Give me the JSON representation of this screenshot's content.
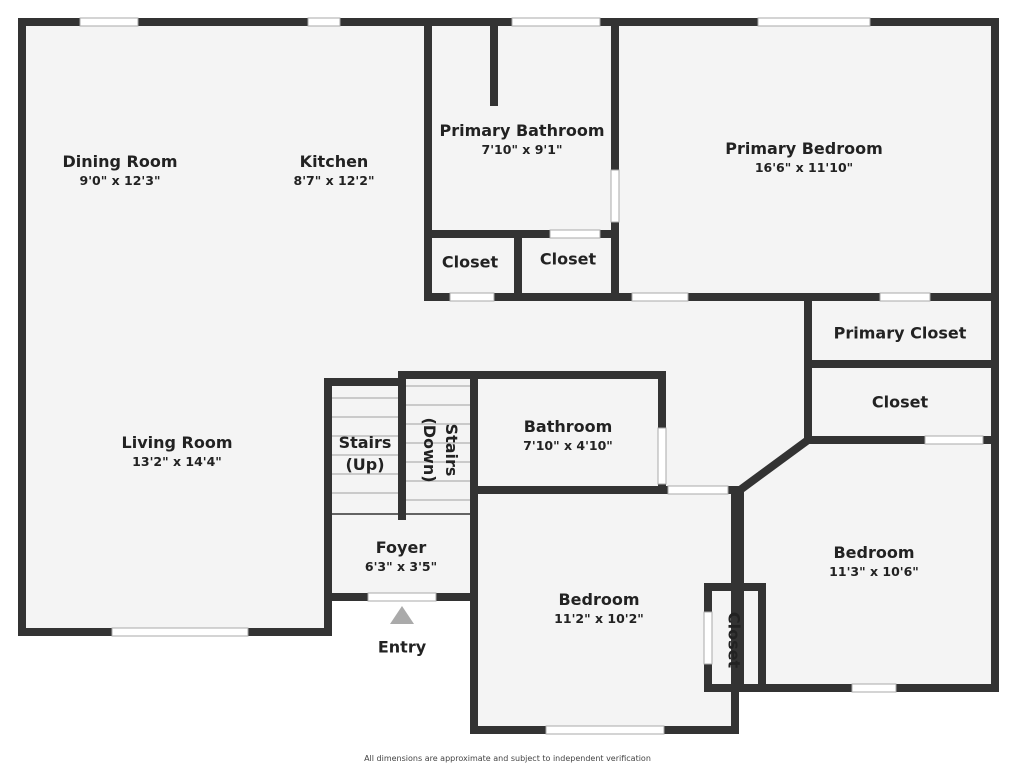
{
  "rooms": [
    {
      "name": "Dining Room",
      "dim": "9'0\" x 12'3\""
    },
    {
      "name": "Kitchen",
      "dim": "8'7\" x 12'2\""
    },
    {
      "name": "Primary Bathroom",
      "dim": "7'10\" x 9'1\""
    },
    {
      "name": "Primary Bedroom",
      "dim": "16'6\" x 11'10\""
    },
    {
      "name": "Closet"
    },
    {
      "name": "Closet"
    },
    {
      "name": "Primary Closet"
    },
    {
      "name": "Closet"
    },
    {
      "name": "Living Room",
      "dim": "13'2\" x 14'4\""
    },
    {
      "name": "Stairs (Up)"
    },
    {
      "name": "Stairs (Down)"
    },
    {
      "name": "Bathroom",
      "dim": "7'10\" x 4'10\""
    },
    {
      "name": "Foyer",
      "dim": "6'3\" x 3'5\""
    },
    {
      "name": "Bedroom",
      "dim": "11'2\" x 10'2\""
    },
    {
      "name": "Bedroom",
      "dim": "11'3\" x 10'6\""
    },
    {
      "name": "Closet"
    },
    {
      "name": "Entry"
    }
  ],
  "disclaimer": "All dimensions are approximate and subject to independent verification",
  "colors": {
    "wall": "#333333",
    "floor": "#f4f4f4"
  }
}
